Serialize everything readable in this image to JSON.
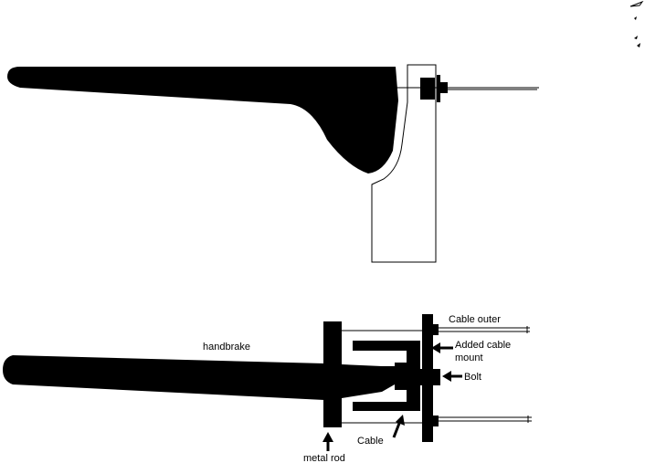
{
  "labels": {
    "handbrake": "handbrake",
    "cable_outer": "Cable outer",
    "added_mount_line1": "Added cable",
    "added_mount_line2": "mount",
    "bolt": "Bolt",
    "cable": "Cable",
    "metal_rod": "metal rod"
  },
  "colors": {
    "ink": "#000000",
    "paper": "#ffffff"
  }
}
